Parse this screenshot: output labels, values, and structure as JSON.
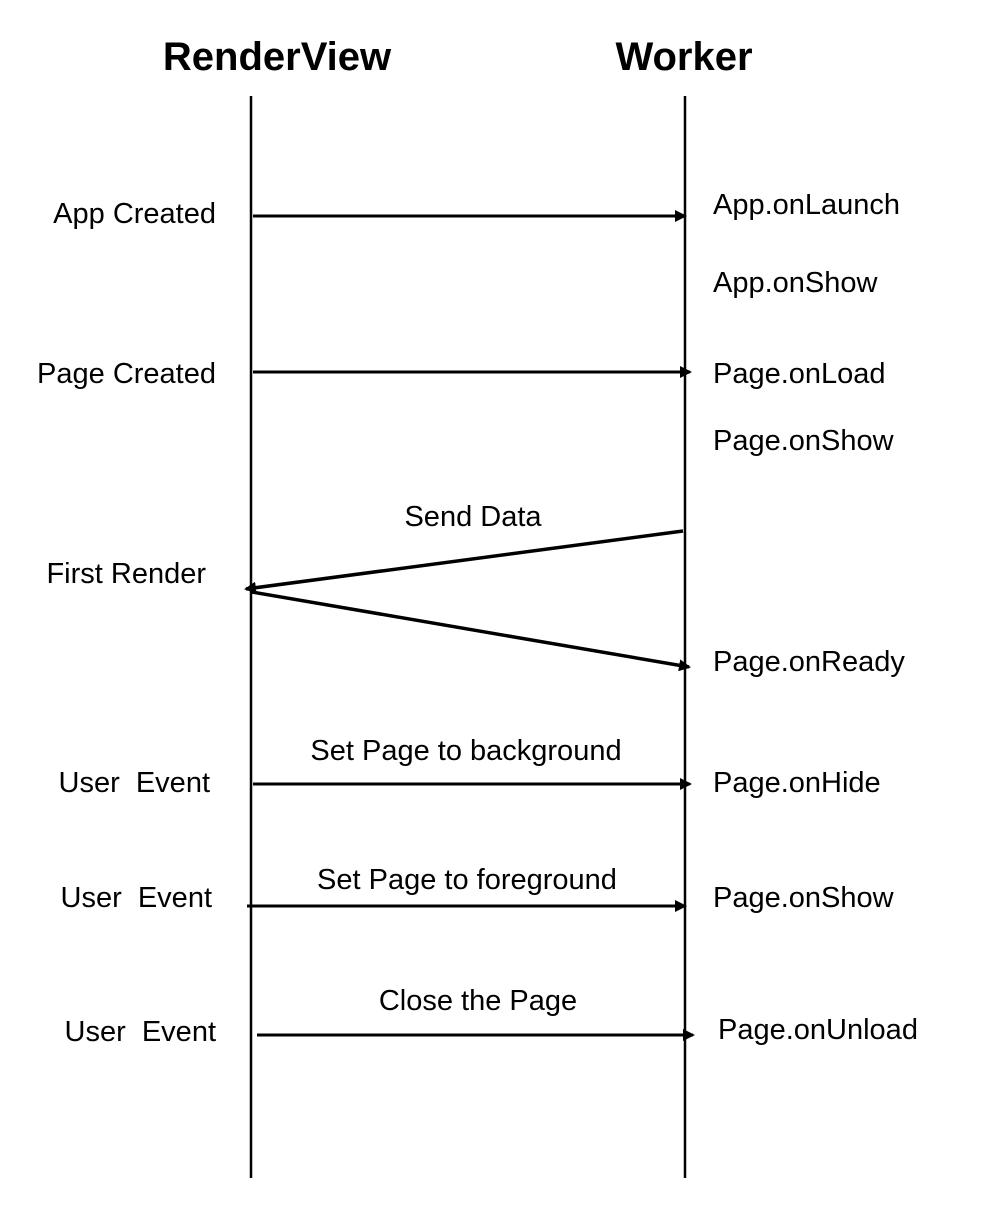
{
  "lanes": {
    "left": "RenderView",
    "right": "Worker"
  },
  "left_labels": [
    "App Created",
    "Page Created",
    "First Render",
    "User  Event",
    "User  Event",
    "User  Event"
  ],
  "right_labels": [
    "App.onLaunch",
    "App.onShow",
    "Page.onLoad",
    "Page.onShow",
    "Page.onReady",
    "Page.onHide",
    "Page.onShow",
    "Page.onUnload"
  ],
  "messages": [
    "Send Data",
    "Set Page to background",
    "Set Page to foreground",
    "Close the Page"
  ],
  "colors": {
    "line": "#000000",
    "text": "#000000",
    "background": "#ffffff"
  }
}
